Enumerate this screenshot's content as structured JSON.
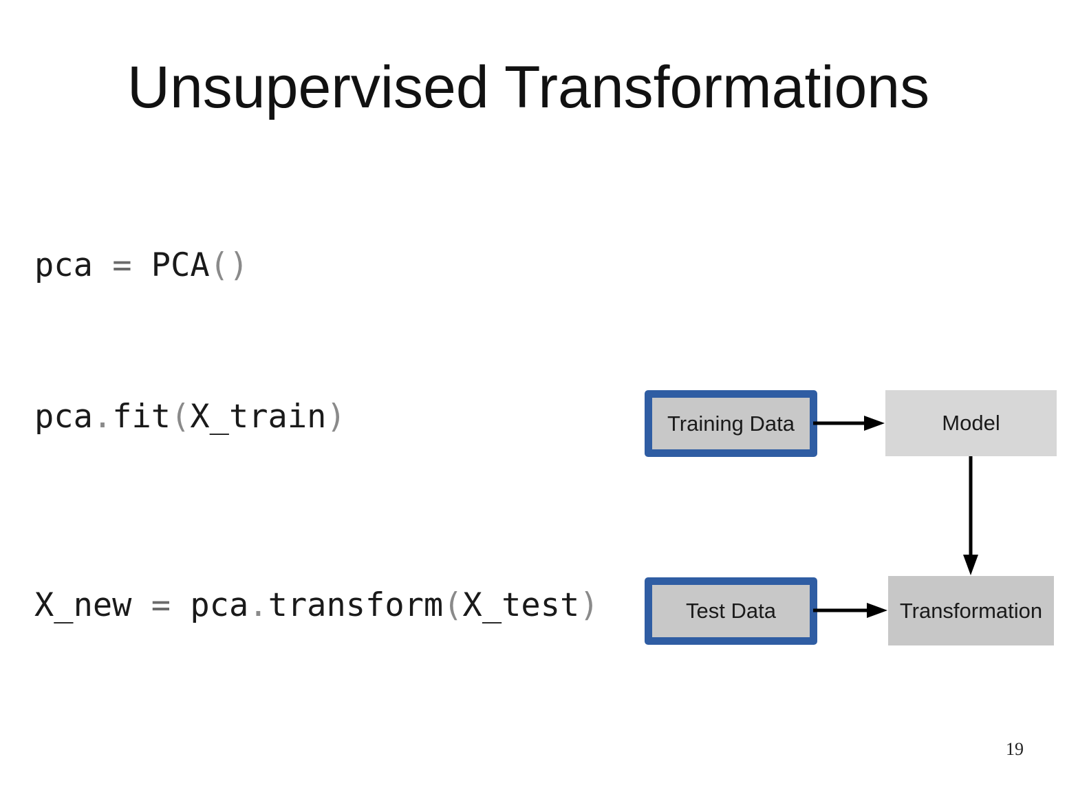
{
  "slide": {
    "title": "Unsupervised Transformations",
    "page_number": "19"
  },
  "code": {
    "line1": {
      "var": "pca",
      "op": "=",
      "fn": "PCA",
      "open": "(",
      "close": ")"
    },
    "line2": {
      "obj": "pca",
      "dot": ".",
      "fn": "fit",
      "open": "(",
      "arg": "X_train",
      "close": ")"
    },
    "line3": {
      "var": "X_new",
      "op": "=",
      "obj": "pca",
      "dot": ".",
      "fn": "transform",
      "open": "(",
      "arg": "X_test",
      "close": ")"
    }
  },
  "diagram": {
    "training_data": "Training Data",
    "model": "Model",
    "test_data": "Test Data",
    "transformation": "Transformation",
    "colors": {
      "data_border": "#2f5da3",
      "data_fill": "#c8c8c8",
      "model_fill": "#d7d7d7",
      "transformation_fill": "#c7c7c7",
      "arrow": "#000000"
    }
  }
}
